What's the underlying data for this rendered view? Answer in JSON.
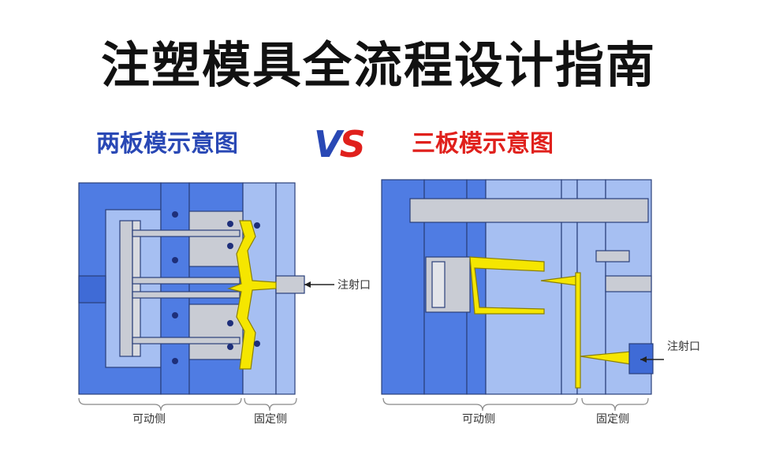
{
  "title": "注塑模具全流程设计指南",
  "subtitle_left": "两板模示意图",
  "vs": {
    "v": "V",
    "s": "S"
  },
  "subtitle_right": "三板模示意图",
  "two_plate": {
    "inlet_label": "注射口",
    "moving_side_label": "可动侧",
    "fixed_side_label": "固定侧"
  },
  "three_plate": {
    "inlet_label": "注射口",
    "moving_side_label": "可动侧",
    "fixed_side_label": "固定侧"
  },
  "colors": {
    "plate_blue": "#4f7ce3",
    "plate_blue_light": "#a6bff2",
    "plate_gray": "#c9ccd4",
    "part_yellow": "#f5e600",
    "title": "#111111",
    "subtitle_left": "#2948b5",
    "subtitle_right": "#e0201c"
  }
}
